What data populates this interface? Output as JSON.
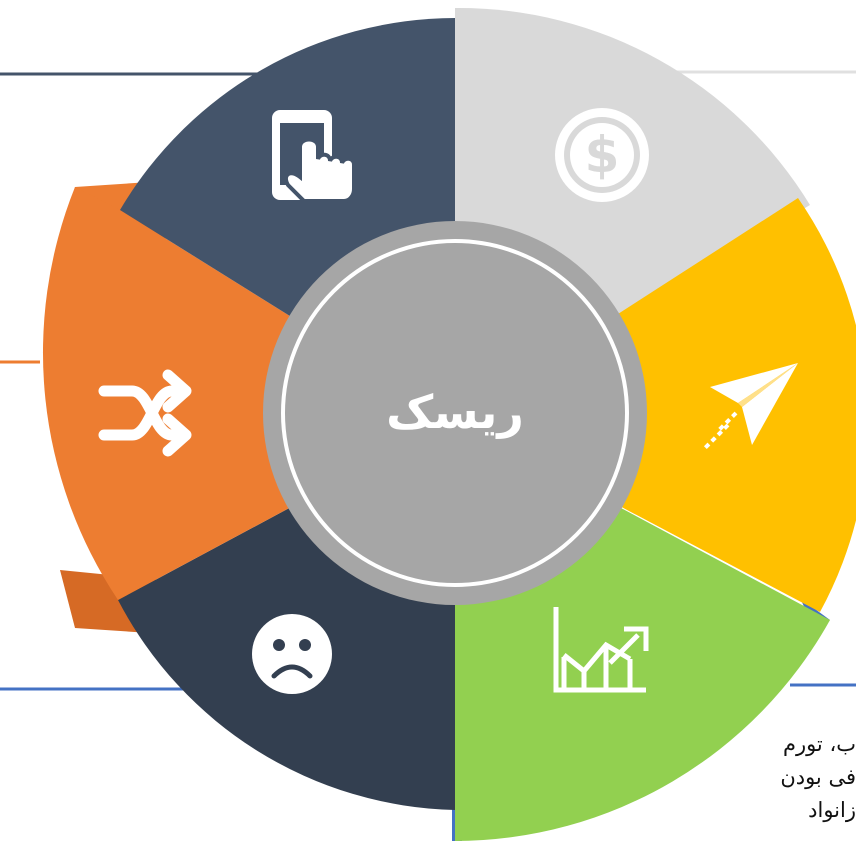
{
  "diagram": {
    "center_label": "ریسک",
    "segments": [
      {
        "icon": "dollar-coin-icon",
        "color": "#D9D9D9"
      },
      {
        "icon": "paper-plane-icon",
        "color": "#FFC000"
      },
      {
        "icon": "chart-growth-icon",
        "color": "#92D050"
      },
      {
        "icon": "sad-face-icon",
        "color": "#333F50"
      },
      {
        "icon": "shuffle-icon",
        "color": "#ED7D31"
      },
      {
        "icon": "touch-phone-icon",
        "color": "#44546A"
      }
    ],
    "center_ring_color": "#A6A6A6"
  },
  "side_text": {
    "line1": "ب، تورم",
    "line2": "فی بودن",
    "line3": "زانواد"
  }
}
